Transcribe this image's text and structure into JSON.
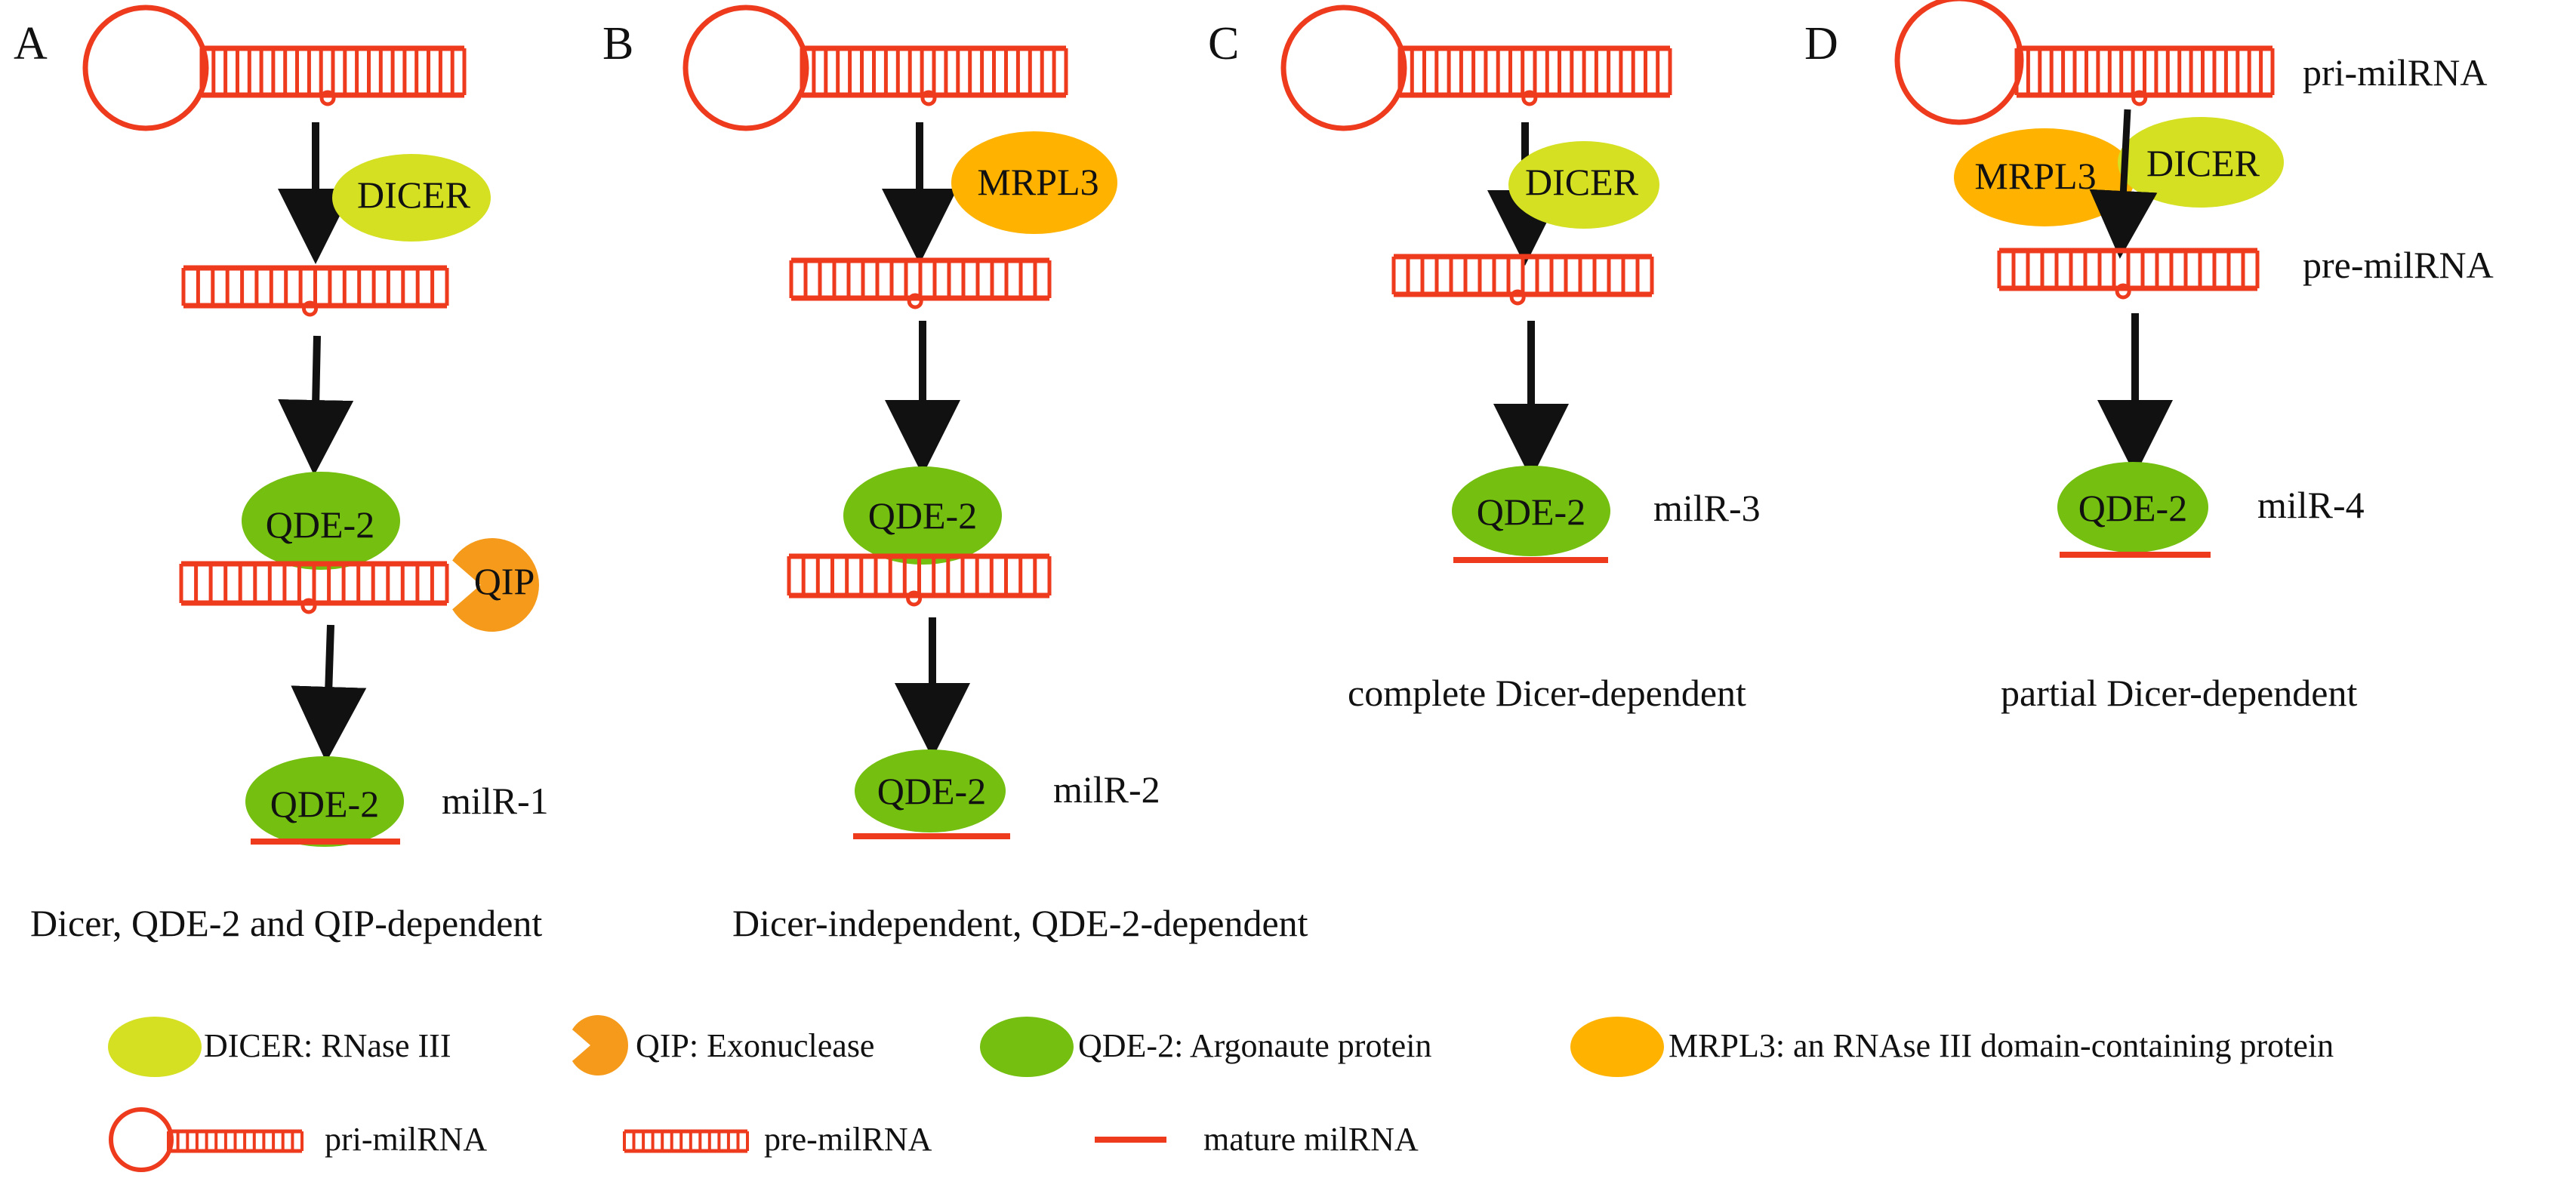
{
  "colors": {
    "rna": "#ee3a1d",
    "arrow": "#111111",
    "dicer": "#d4e021",
    "qde2": "#74bf0f",
    "mrpl3": "#ffb300",
    "qip": "#f59a1b",
    "text": "#111111"
  },
  "panels": [
    {
      "letter": "A",
      "proteins": {
        "dicer": "DICER",
        "qde2_top": "QDE-2",
        "qip": "QIP",
        "qde2_bottom": "QDE-2"
      },
      "product": "milR-1",
      "caption": "Dicer, QDE-2 and QIP-dependent"
    },
    {
      "letter": "B",
      "proteins": {
        "mrpl3": "MRPL3",
        "qde2_top": "QDE-2",
        "qde2_bottom": "QDE-2"
      },
      "product": "milR-2",
      "caption": "Dicer-independent, QDE-2-dependent"
    },
    {
      "letter": "C",
      "proteins": {
        "dicer": "DICER",
        "qde2_bottom": "QDE-2"
      },
      "product": "milR-3",
      "caption": "complete Dicer-dependent"
    },
    {
      "letter": "D",
      "proteins": {
        "mrpl3": "MRPL3",
        "dicer": "DICER",
        "qde2_bottom": "QDE-2"
      },
      "stage_labels": {
        "pri": "pri-milRNA",
        "pre": "pre-milRNA"
      },
      "product": "milR-4",
      "caption": "partial Dicer-dependent"
    }
  ],
  "legend": [
    {
      "icon": "dicer",
      "label": "DICER: RNase III"
    },
    {
      "icon": "qip",
      "label": "QIP: Exonuclease"
    },
    {
      "icon": "qde2",
      "label": "QDE-2: Argonaute protein"
    },
    {
      "icon": "mrpl3",
      "label": "MRPL3: an RNAse III domain-containing protein"
    },
    {
      "icon": "pri",
      "label": "pri-milRNA"
    },
    {
      "icon": "pre",
      "label": "pre-milRNA"
    },
    {
      "icon": "mature",
      "label": "mature milRNA"
    }
  ]
}
